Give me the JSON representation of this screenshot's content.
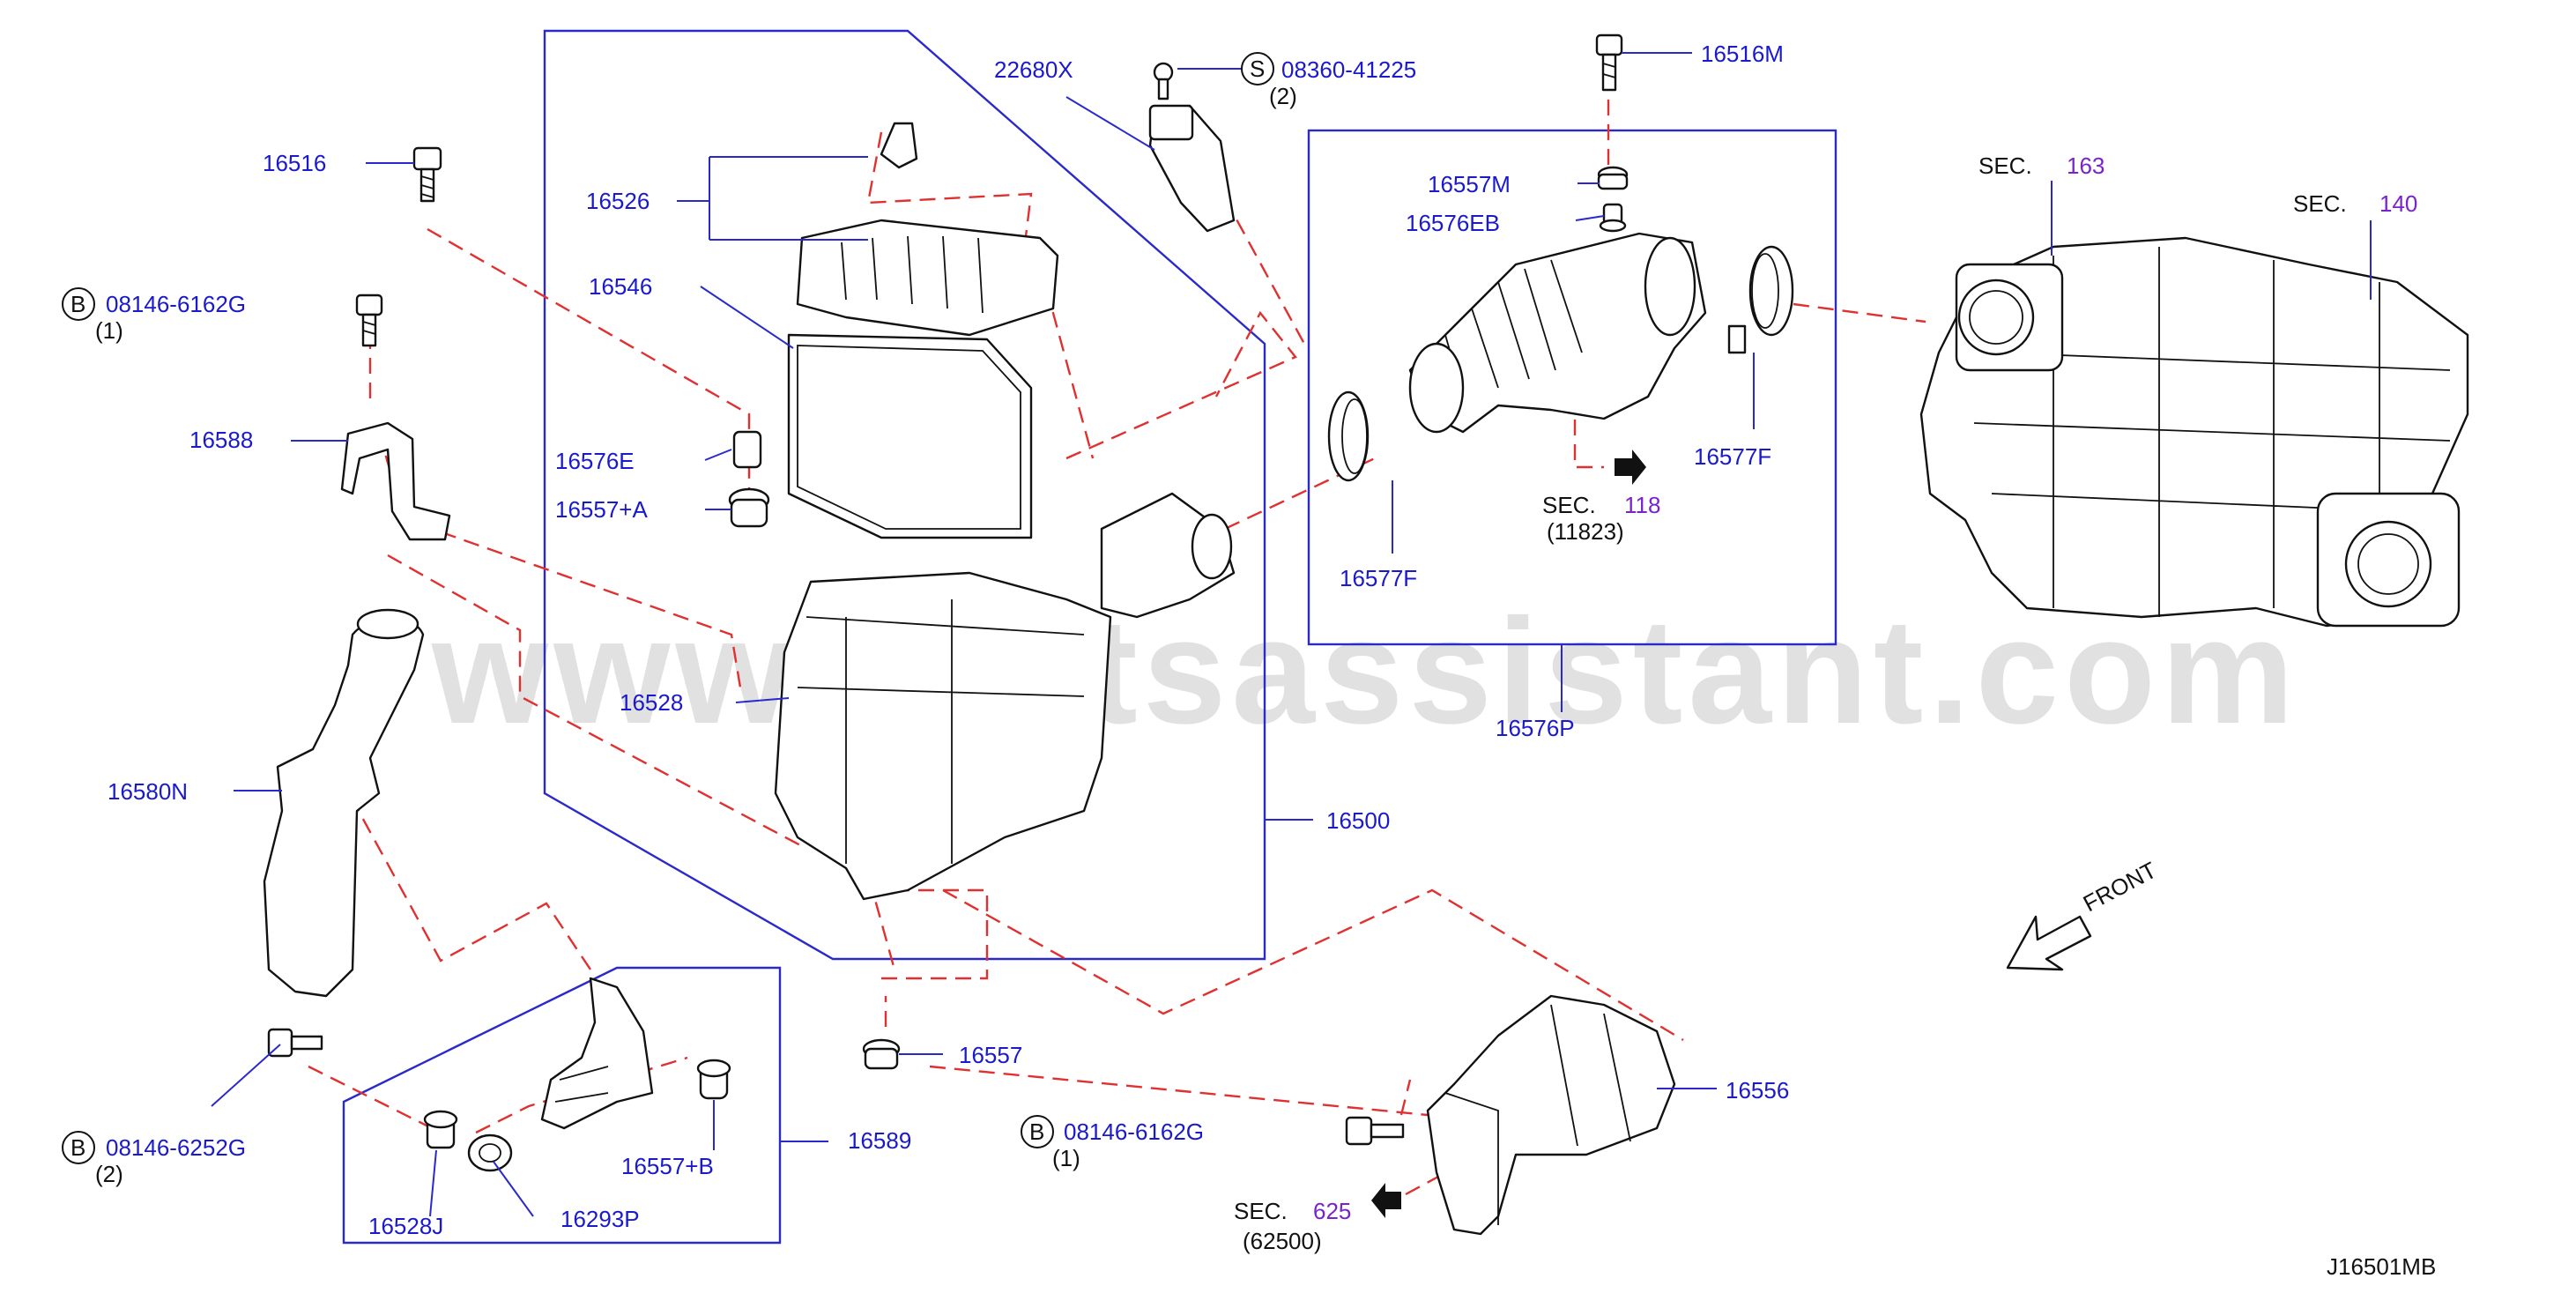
{
  "watermark": "www.partsassistant.com",
  "diagram_code": "J16501MB",
  "front_label": "FRONT",
  "parts": {
    "p16516": "16516",
    "p08146_6162g_top": "08146-6162G",
    "p08146_6162g_top_qty": "(1)",
    "p16588": "16588",
    "p16580n": "16580N",
    "p08146_6252g": "08146-6252G",
    "p08146_6252g_qty": "(2)",
    "p16528j": "16528J",
    "p16293p": "16293P",
    "p16557b": "16557+B",
    "p16589": "16589",
    "p16526": "16526",
    "p16546": "16546",
    "p16576e": "16576E",
    "p16557a": "16557+A",
    "p16528": "16528",
    "p16500": "16500",
    "p16557": "16557",
    "p22680x": "22680X",
    "p08360_41225": "08360-41225",
    "p08360_41225_qty": "(2)",
    "p16516m": "16516M",
    "p16557m": "16557M",
    "p16576eb": "16576EB",
    "p16577f_left": "16577F",
    "p16577f_right": "16577F",
    "p16576p": "16576P",
    "p08146_6162g_bottom": "08146-6162G",
    "p08146_6162g_bottom_qty": "(1)",
    "p16556": "16556"
  },
  "badges": {
    "b": "B",
    "s": "S"
  },
  "sections": {
    "sec_word": "SEC.",
    "sec118": {
      "num": "118",
      "sub": "(11823)"
    },
    "sec163": {
      "num": "163"
    },
    "sec140": {
      "num": "140"
    },
    "sec625": {
      "num": "625",
      "sub": "(62500)"
    }
  },
  "colors": {
    "label": "#1a1acc",
    "leader": "#2a2acc",
    "dash": "#e03030",
    "section": "#7a22cc"
  }
}
